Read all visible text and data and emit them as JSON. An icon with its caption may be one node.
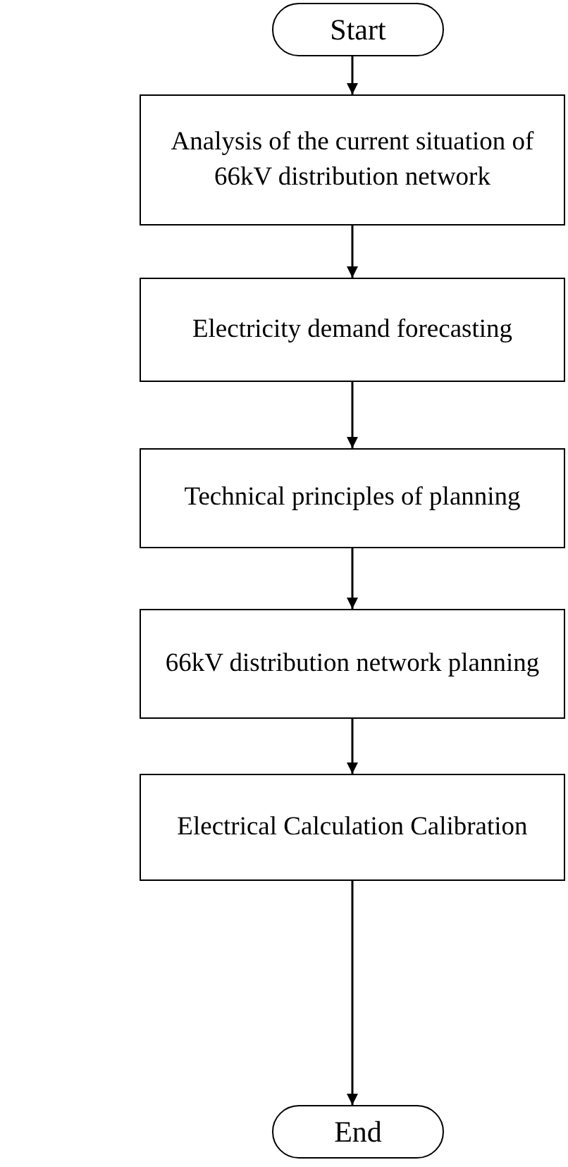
{
  "diagram": {
    "nodes": [
      {
        "text": [
          "Start"
        ]
      },
      {
        "text": [
          "Analysis of the current situation of 66kV distribution network"
        ]
      },
      {
        "text": [
          "Electricity demand forecasting"
        ]
      },
      {
        "text": [
          "Technical principles of planning"
        ]
      },
      {
        "text": [
          "66kV distribution network planning"
        ]
      },
      {
        "text": [
          "Electrical Calculation Calibration"
        ]
      },
      {
        "text": [
          "End"
        ]
      }
    ],
    "edges": [
      {
        "from": 0,
        "to": 1,
        "arrow": "to"
      },
      {
        "from": 1,
        "to": 2,
        "arrow": "to"
      },
      {
        "from": 2,
        "to": 3,
        "arrow": "to"
      },
      {
        "from": 3,
        "to": 4,
        "arrow": "to"
      },
      {
        "from": 4,
        "to": 5,
        "arrow": "to"
      },
      {
        "from": 5,
        "to": 6,
        "arrow": "to"
      }
    ]
  }
}
